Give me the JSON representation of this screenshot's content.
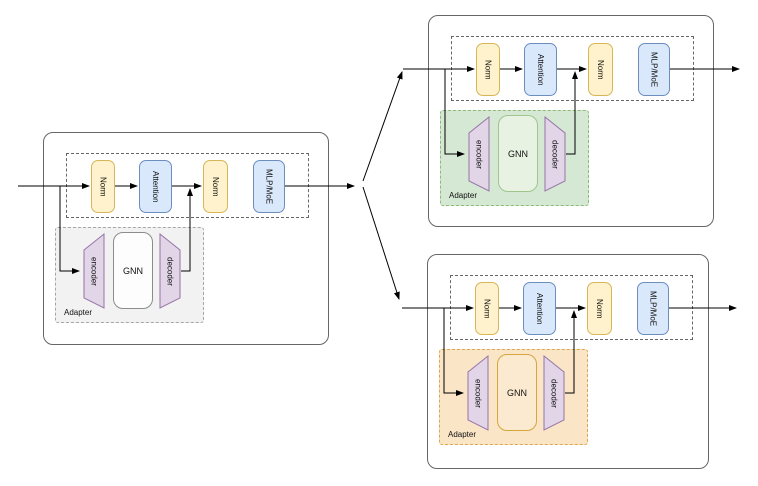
{
  "palette": {
    "norm_fill": "#FFF2CC",
    "norm_border": "#D6B656",
    "attention_fill": "#DAE8FC",
    "attention_border": "#6C8EBF",
    "coder_fill": "#E1D5E7",
    "coder_border": "#9673A6",
    "block_border": "#666666",
    "core_border": "#666666",
    "wire": "#000000"
  },
  "blocks": [
    {
      "position": "left",
      "labels": {
        "norm1": "Norm",
        "attention": "Attention",
        "norm2": "Norm",
        "mlp": "MLP/MoE",
        "encoder": "encoder",
        "gnn": "GNN",
        "decoder": "decoder",
        "adapter": "Adapter"
      },
      "theme": {
        "adapter_fill": "#F2F2F2",
        "adapter_border": "#A6A6A6",
        "gnn_fill": "#FDFDFD",
        "gnn_border": "#8C8C8C"
      }
    },
    {
      "position": "top-right",
      "labels": {
        "norm1": "Norm",
        "attention": "Attention",
        "norm2": "Norm",
        "mlp": "MLP/MoE",
        "encoder": "encoder",
        "gnn": "GNN",
        "decoder": "decoder",
        "adapter": "Adapter"
      },
      "theme": {
        "adapter_fill": "#D5E8D4",
        "adapter_border": "#8FBB78",
        "gnn_fill": "#E7F2E2",
        "gnn_border": "#A0C58D"
      }
    },
    {
      "position": "bottom-right",
      "labels": {
        "norm1": "Norm",
        "attention": "Attention",
        "norm2": "Norm",
        "mlp": "MLP/MoE",
        "encoder": "encoder",
        "gnn": "GNN",
        "decoder": "decoder",
        "adapter": "Adapter"
      },
      "theme": {
        "adapter_fill": "#FBE5C7",
        "adapter_border": "#DBA84F",
        "gnn_fill": "#FBEAD0",
        "gnn_border": "#D6A53C"
      }
    }
  ]
}
